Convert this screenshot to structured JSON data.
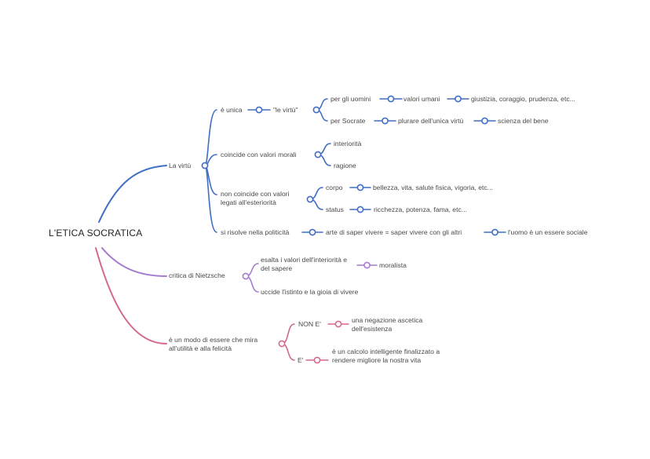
{
  "title": "L'ETICA SOCRATICA",
  "colors": {
    "blue": "#3f6ec4",
    "purple": "#a57ad1",
    "pink": "#d46990"
  },
  "branches": {
    "virtu": {
      "label": "La virtù",
      "unica": {
        "label": "è unica",
        "le_virtu": "\"le virtù\"",
        "uomini": "per gli uomini",
        "valori_umani": "valori umani",
        "giustizia": "giustizia, coraggio, prudenza, etc...",
        "socrate": "per Socrate",
        "plurare": "plurare dell'unica virtù",
        "scienza": "scienza del bene"
      },
      "coincide": {
        "label": "coincide con valori morali",
        "interiorita": "interiorità",
        "ragione": "ragione"
      },
      "non_coincide": {
        "label": "non coincide con valori legati all'esteriorità",
        "corpo": "corpo",
        "bellezza": "bellezza, vita, salute fisica, vigoria, etc...",
        "status": "status",
        "ricchezza": "ricchezza, potenza, fama, etc..."
      },
      "politicita": {
        "label": "si risolve nella politicità",
        "arte": "arte di saper vivere = saper vivere con gli altri",
        "uomo": "l'uomo è un essere sociale"
      }
    },
    "nietzsche": {
      "label": "critica di Nietzsche",
      "esalta": "esalta i valori dell'interiorità e del sapere",
      "moralista": "moralista",
      "uccide": "uccide l'istinto e la gioia di vivere"
    },
    "modo": {
      "label": "è un modo di essere che mira all'utilità e alla felicità",
      "non_e": "NON E'",
      "negazione": "una negazione ascetica dell'esistenza",
      "e": "E'",
      "calcolo": "è un calcolo intelligente finalizzato a rendere migliore la nostra vita"
    }
  }
}
